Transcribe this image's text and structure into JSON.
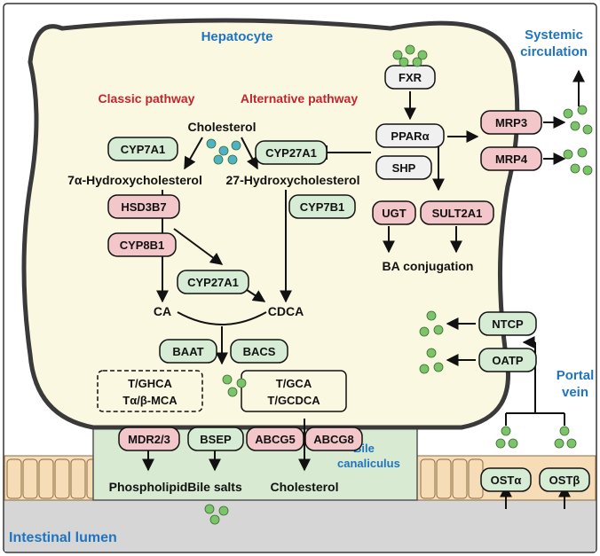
{
  "regions": {
    "hepatocyte": "Hepatocyte",
    "systemic_circulation": [
      "Systemic",
      "circulation"
    ],
    "portal_vein": [
      "Portal",
      "vein"
    ],
    "bile_canaliculus": [
      "Bile",
      "canaliculus"
    ],
    "intestinal_lumen": "Intestinal lumen"
  },
  "pathways": {
    "classic": "Classic pathway",
    "alternative": "Alternative pathway"
  },
  "metabolites": {
    "cholesterol": "Cholesterol",
    "hydroxy7a": "7α-Hydroxycholesterol",
    "hydroxy27": "27-Hydroxycholesterol",
    "ca": "CA",
    "cdca": "CDCA",
    "tghca": "T/GHCA",
    "tabmca": "Tα/β-MCA",
    "tgca": "T/GCA",
    "tgcdca": "T/GCDCA",
    "ba_conjugation": "BA conjugation",
    "phospholipid": "Phospholipid",
    "bile_salts": "Bile salts",
    "cholesterol_out": "Cholesterol"
  },
  "enzymes": {
    "cyp7a1": "CYP7A1",
    "cyp27a1_top": "CYP27A1",
    "hsd3b7": "HSD3B7",
    "cyp7b1": "CYP7B1",
    "cyp8b1": "CYP8B1",
    "cyp27a1_mid": "CYP27A1",
    "baat": "BAAT",
    "bacs": "BACS"
  },
  "regulators": {
    "fxr": "FXR",
    "ppara": "PPARα",
    "shp": "SHP"
  },
  "conjugation_enzymes": {
    "ugt": "UGT",
    "sult2a1": "SULT2A1"
  },
  "transporters": {
    "mrp3": "MRP3",
    "mrp4": "MRP4",
    "ntcp": "NTCP",
    "oatp": "OATP",
    "mdr23": "MDR2/3",
    "bsep": "BSEP",
    "abcg5": "ABCG5",
    "abcg8": "ABCG8",
    "osta": "OSTα",
    "ostb": "OSTβ"
  },
  "colors": {
    "cell_fill": "#fbf8e2",
    "membrane": "#3a3a3a",
    "canaliculus": "#d8ebd2",
    "green_box": "#d6ecd4",
    "pink_box": "#f3c6c9",
    "grey_box": "#f0f0f0",
    "bile_acid": "#7cc46a",
    "cholesterol_dot": "#4fb3c8",
    "region_label": "#1e74c0",
    "pathway_label": "#c0262c",
    "intestine": "#d6d6d6",
    "epithelium": "#f6ddb8"
  }
}
